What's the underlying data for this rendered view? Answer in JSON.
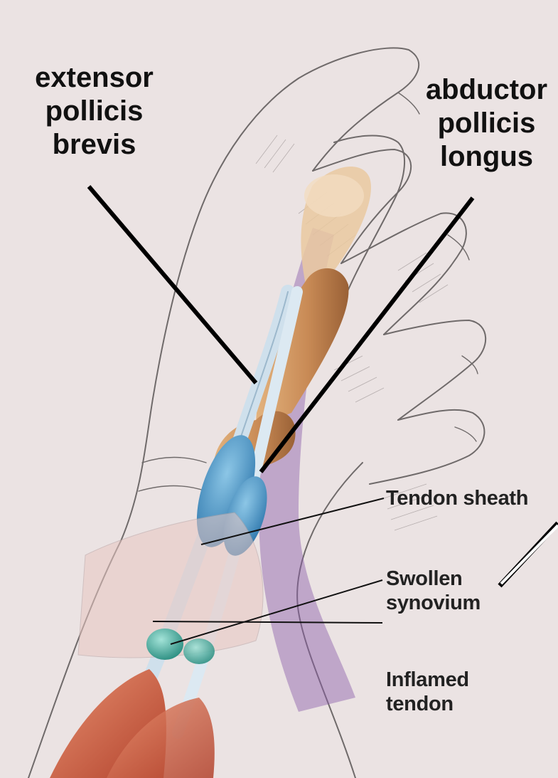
{
  "labels": {
    "extensor_pollicis_brevis": [
      "extensor",
      "pollicis",
      "brevis"
    ],
    "abductor_pollicis_longus": [
      "abductor",
      "pollicis",
      "longus"
    ],
    "tendon_sheath": "Tendon sheath",
    "swollen_synovium": [
      "Swollen",
      "synovium"
    ],
    "inflamed_tendon": [
      "Inflamed",
      "tendon"
    ]
  },
  "colors": {
    "background": "#ece4e4",
    "bone": "#c98b56",
    "tendon": "#cfe0ec",
    "sheath": "#4f98c8",
    "synovium": "#3fb0a0",
    "muscle": "#c8563c",
    "shadow": "#8a5aa8",
    "sketch": "#6f6a6a",
    "leader_line": "#000000"
  }
}
